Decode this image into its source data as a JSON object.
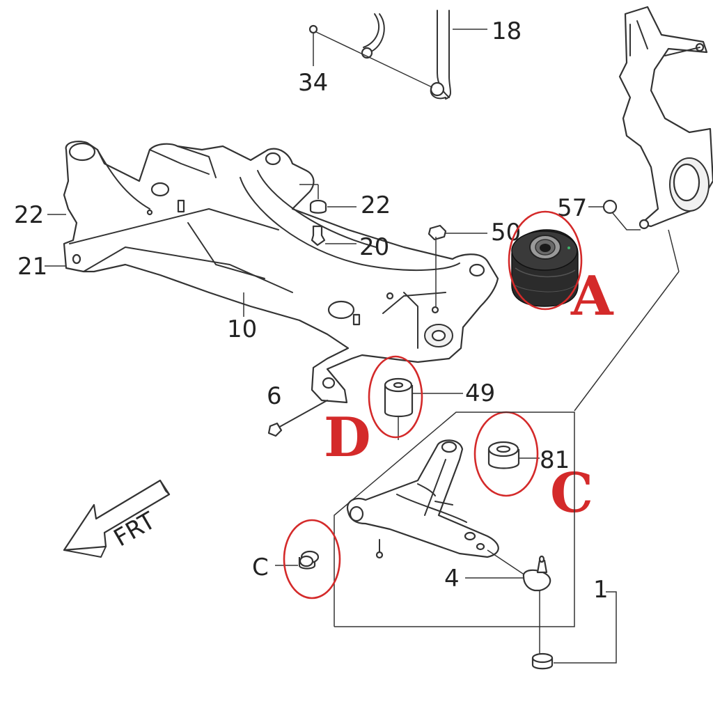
{
  "callouts": {
    "n18": "18",
    "n34": "34",
    "n22a": "22",
    "n22b": "22",
    "n21": "21",
    "n20": "20",
    "n50": "50",
    "n57": "57",
    "n10": "10",
    "n6": "6",
    "n49": "49",
    "n81": "81",
    "n4": "4",
    "n1": "1",
    "nC": "C"
  },
  "markers": {
    "A": "A",
    "B": "D",
    "C": "C"
  },
  "direction_arrow": {
    "label": "FRT"
  },
  "colors": {
    "line": "#333333",
    "annotation": "#d42a2a"
  }
}
